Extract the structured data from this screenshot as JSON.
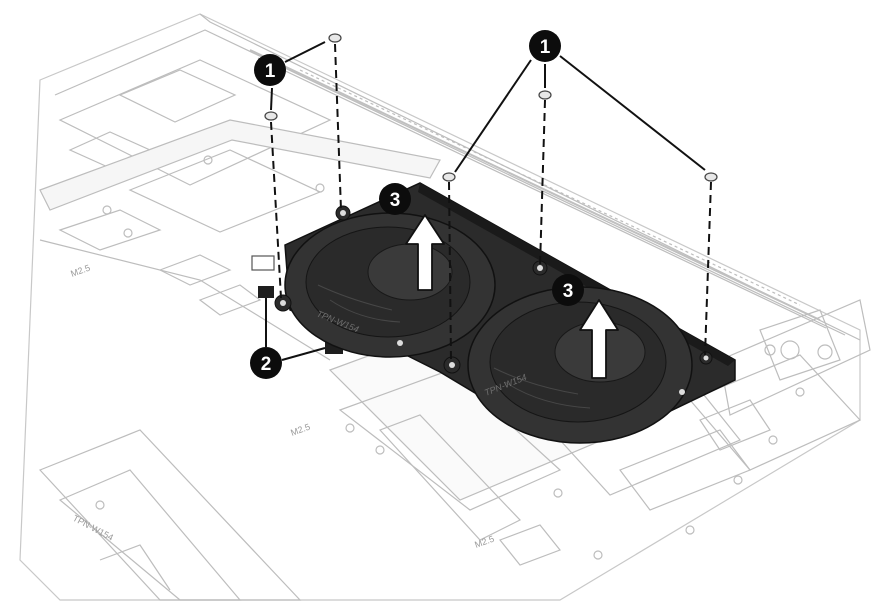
{
  "callouts": {
    "screws": "1",
    "connectors": "2",
    "fan_lift": "3"
  },
  "part_labels": {
    "fan_model": "TPN-W154",
    "bracket_a": "M2.5",
    "bracket_b": "M2.5",
    "bracket_c": "M2.5",
    "bottom_left_label": "TPN-W154"
  },
  "colors": {
    "outline": "#b9b9b9",
    "fan_body": "#2a2a2a",
    "callout_fill": "#0c0c0c",
    "leader": "#111111"
  }
}
